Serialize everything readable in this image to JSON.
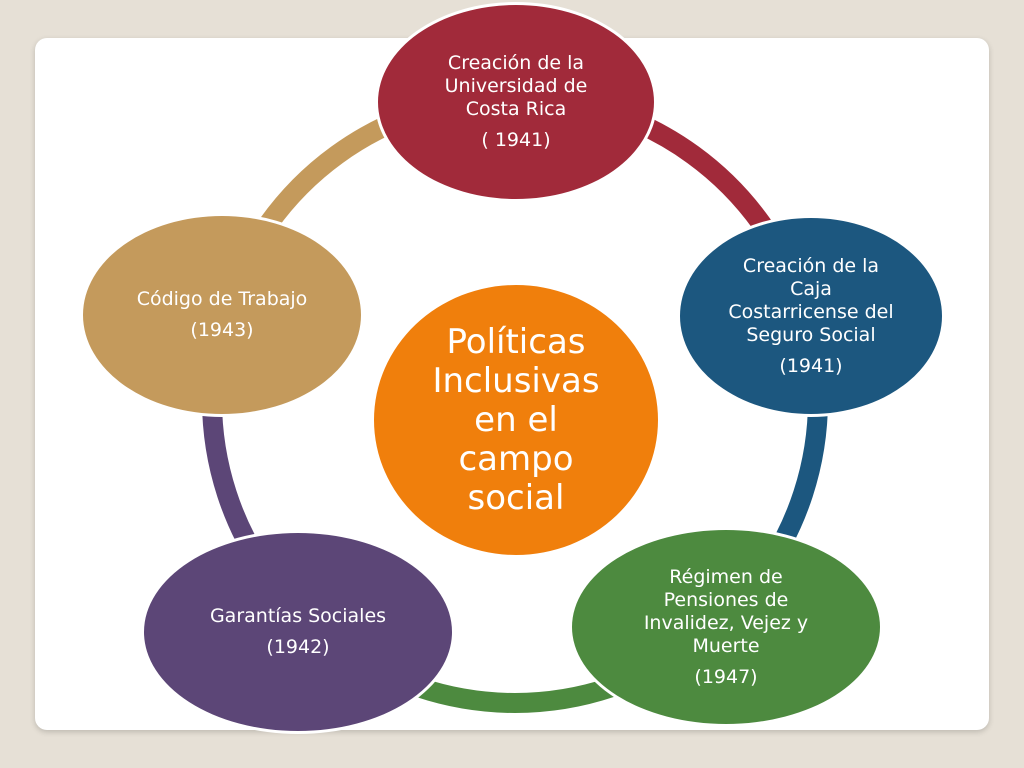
{
  "center": {
    "label": "Políticas\nInclusivas\nen el\ncampo\nsocial",
    "color": "#f07f0c"
  },
  "nodes": [
    {
      "id": "universidad",
      "label": "Creación de la\nUniversidad de\nCosta Rica",
      "year": "( 1941)",
      "color": "#a12a3a"
    },
    {
      "id": "caja",
      "label": "Creación de la\nCaja\nCostarricense del\nSeguro Social",
      "year": "(1941)",
      "color": "#1c577f"
    },
    {
      "id": "pensiones",
      "label": "Régimen de\nPensiones de\nInvalidez, Vejez y\nMuerte",
      "year": "(1947)",
      "color": "#4d8a3f"
    },
    {
      "id": "garantias",
      "label": "Garantías Sociales",
      "year": "(1942)",
      "color": "#5c4677"
    },
    {
      "id": "codigo",
      "label": "Código de Trabajo",
      "year": "(1943)",
      "color": "#c49a5c"
    }
  ],
  "ring_colors": [
    "#a12a3a",
    "#1c577f",
    "#4d8a3f",
    "#5c4677",
    "#c49a5c"
  ]
}
